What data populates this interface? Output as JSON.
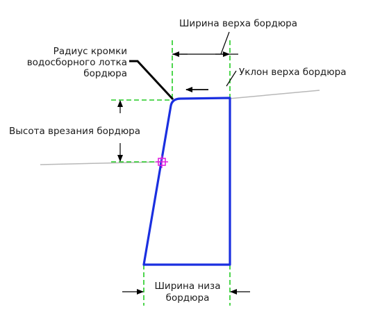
{
  "diagram": {
    "labels": {
      "top_width": "Ширина верха бордюра",
      "gutter_radius_line1": "Радиус кромки",
      "gutter_radius_line2": "водосборного лотка",
      "gutter_radius_line3": "бордюра",
      "top_slope": "Уклон верха бордюра",
      "insertion_height": "Высота врезания бордюра",
      "bottom_width_line1": "Ширина низа",
      "bottom_width_line2": "бордюра"
    },
    "colors": {
      "curb_outline": "#1a2fe0",
      "dimension_guides": "#22cc22",
      "ground_line": "#b8b8b8",
      "insertion_marker": "#e020e0",
      "arrows": "#000000"
    }
  }
}
